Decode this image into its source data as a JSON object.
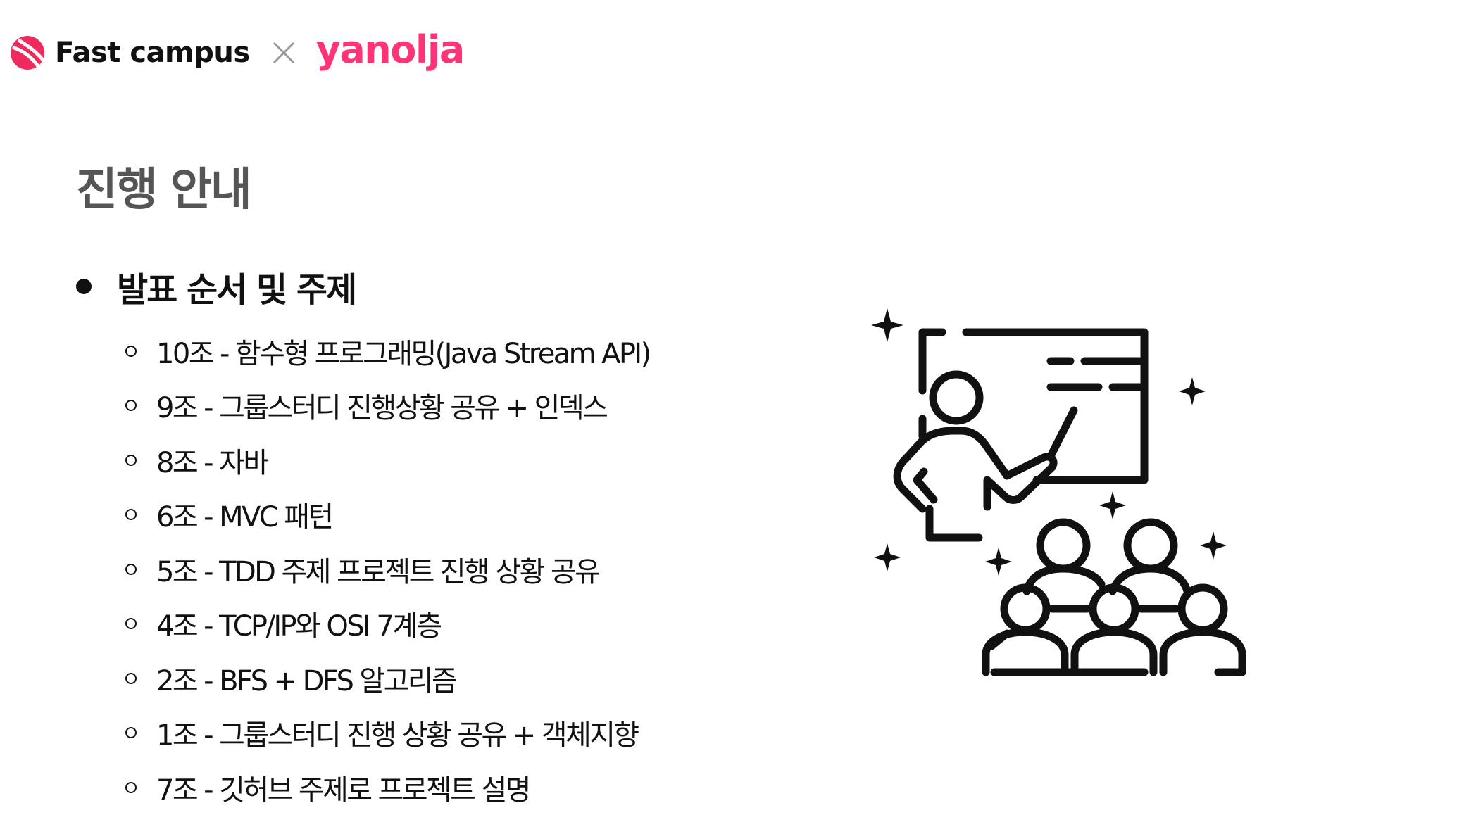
{
  "header": {
    "brand_left": "Fast campus",
    "separator_icon": "times-icon",
    "brand_right": "yanolja",
    "colors": {
      "fastcampus_red": "#ef2a5c",
      "yanolja_pink": "#ff3478"
    }
  },
  "title": "진행 안내",
  "main_bullet": {
    "label": "발표 순서 및 주제",
    "items": [
      "10조 - 함수형 프로그래밍(Java Stream API)",
      "9조 - 그룹스터디 진행상황 공유 + 인덱스",
      "8조 - 자바",
      "6조 - MVC 패턴",
      "5조 - TDD 주제 프로젝트 진행 상황 공유",
      "4조 - TCP/IP와 OSI 7계층",
      "2조 - BFS + DFS 알고리즘",
      "1조 - 그룹스터디 진행 상황 공유 + 객체지향",
      "7조 - 깃허브 주제로 프로젝트 설명"
    ]
  },
  "illustration": {
    "icon": "presentation-classroom-icon"
  }
}
